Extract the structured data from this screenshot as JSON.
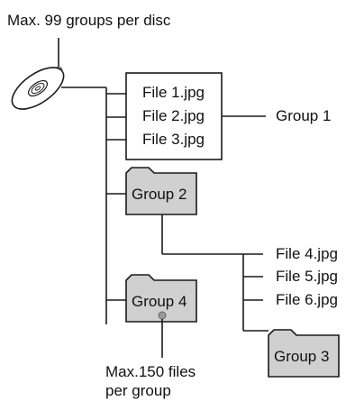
{
  "annotations": {
    "top_note": "Max. 99 groups per disc",
    "bottom_note_line1": "Max.150 files",
    "bottom_note_line2": "per group"
  },
  "group1": {
    "files": [
      "File 1.jpg",
      "File 2.jpg",
      "File 3.jpg"
    ],
    "label": "Group 1"
  },
  "group2": {
    "label": "Group 2"
  },
  "group3": {
    "files": [
      "File 4.jpg",
      "File 5.jpg",
      "File 6.jpg"
    ],
    "label": "Group 3"
  },
  "group4": {
    "label": "Group 4"
  },
  "colors": {
    "folder_fill": "#d0d0d0",
    "line": "#1a1a1a",
    "leader_dot": "#9a9a9a"
  }
}
